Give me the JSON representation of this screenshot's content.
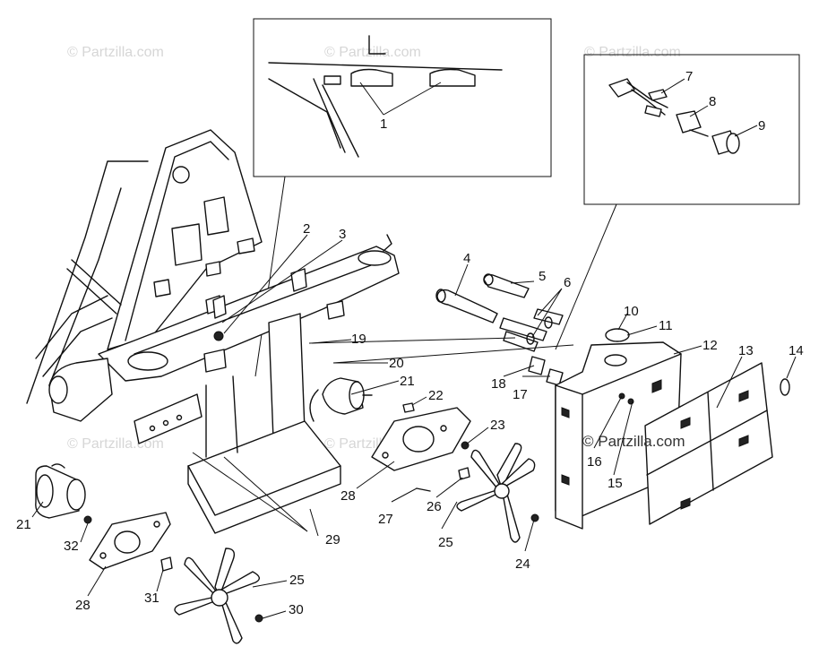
{
  "watermarks": {
    "top_left": "© Partzilla.com",
    "top_center": "© Partzilla.com",
    "top_right": "© Partzilla.com",
    "mid_left": "© Partzilla.com",
    "mid_center": "© Partzilla.com",
    "radiator": "© Partzilla.com"
  },
  "callouts": {
    "c1": "1",
    "c2": "2",
    "c3": "3",
    "c4": "4",
    "c5": "5",
    "c6": "6",
    "c7": "7",
    "c8": "8",
    "c9": "9",
    "c10": "10",
    "c11": "11",
    "c12": "12",
    "c13": "13",
    "c14": "14",
    "c15": "15",
    "c16": "16",
    "c17": "17",
    "c18": "18",
    "c19": "19",
    "c20": "20",
    "c21a": "21",
    "c21b": "21",
    "c22": "22",
    "c23": "23",
    "c24": "24",
    "c25a": "25",
    "c25b": "25",
    "c26": "26",
    "c27": "27",
    "c28a": "28",
    "c28b": "28",
    "c29": "29",
    "c30": "30",
    "c31": "31",
    "c32": "32"
  }
}
